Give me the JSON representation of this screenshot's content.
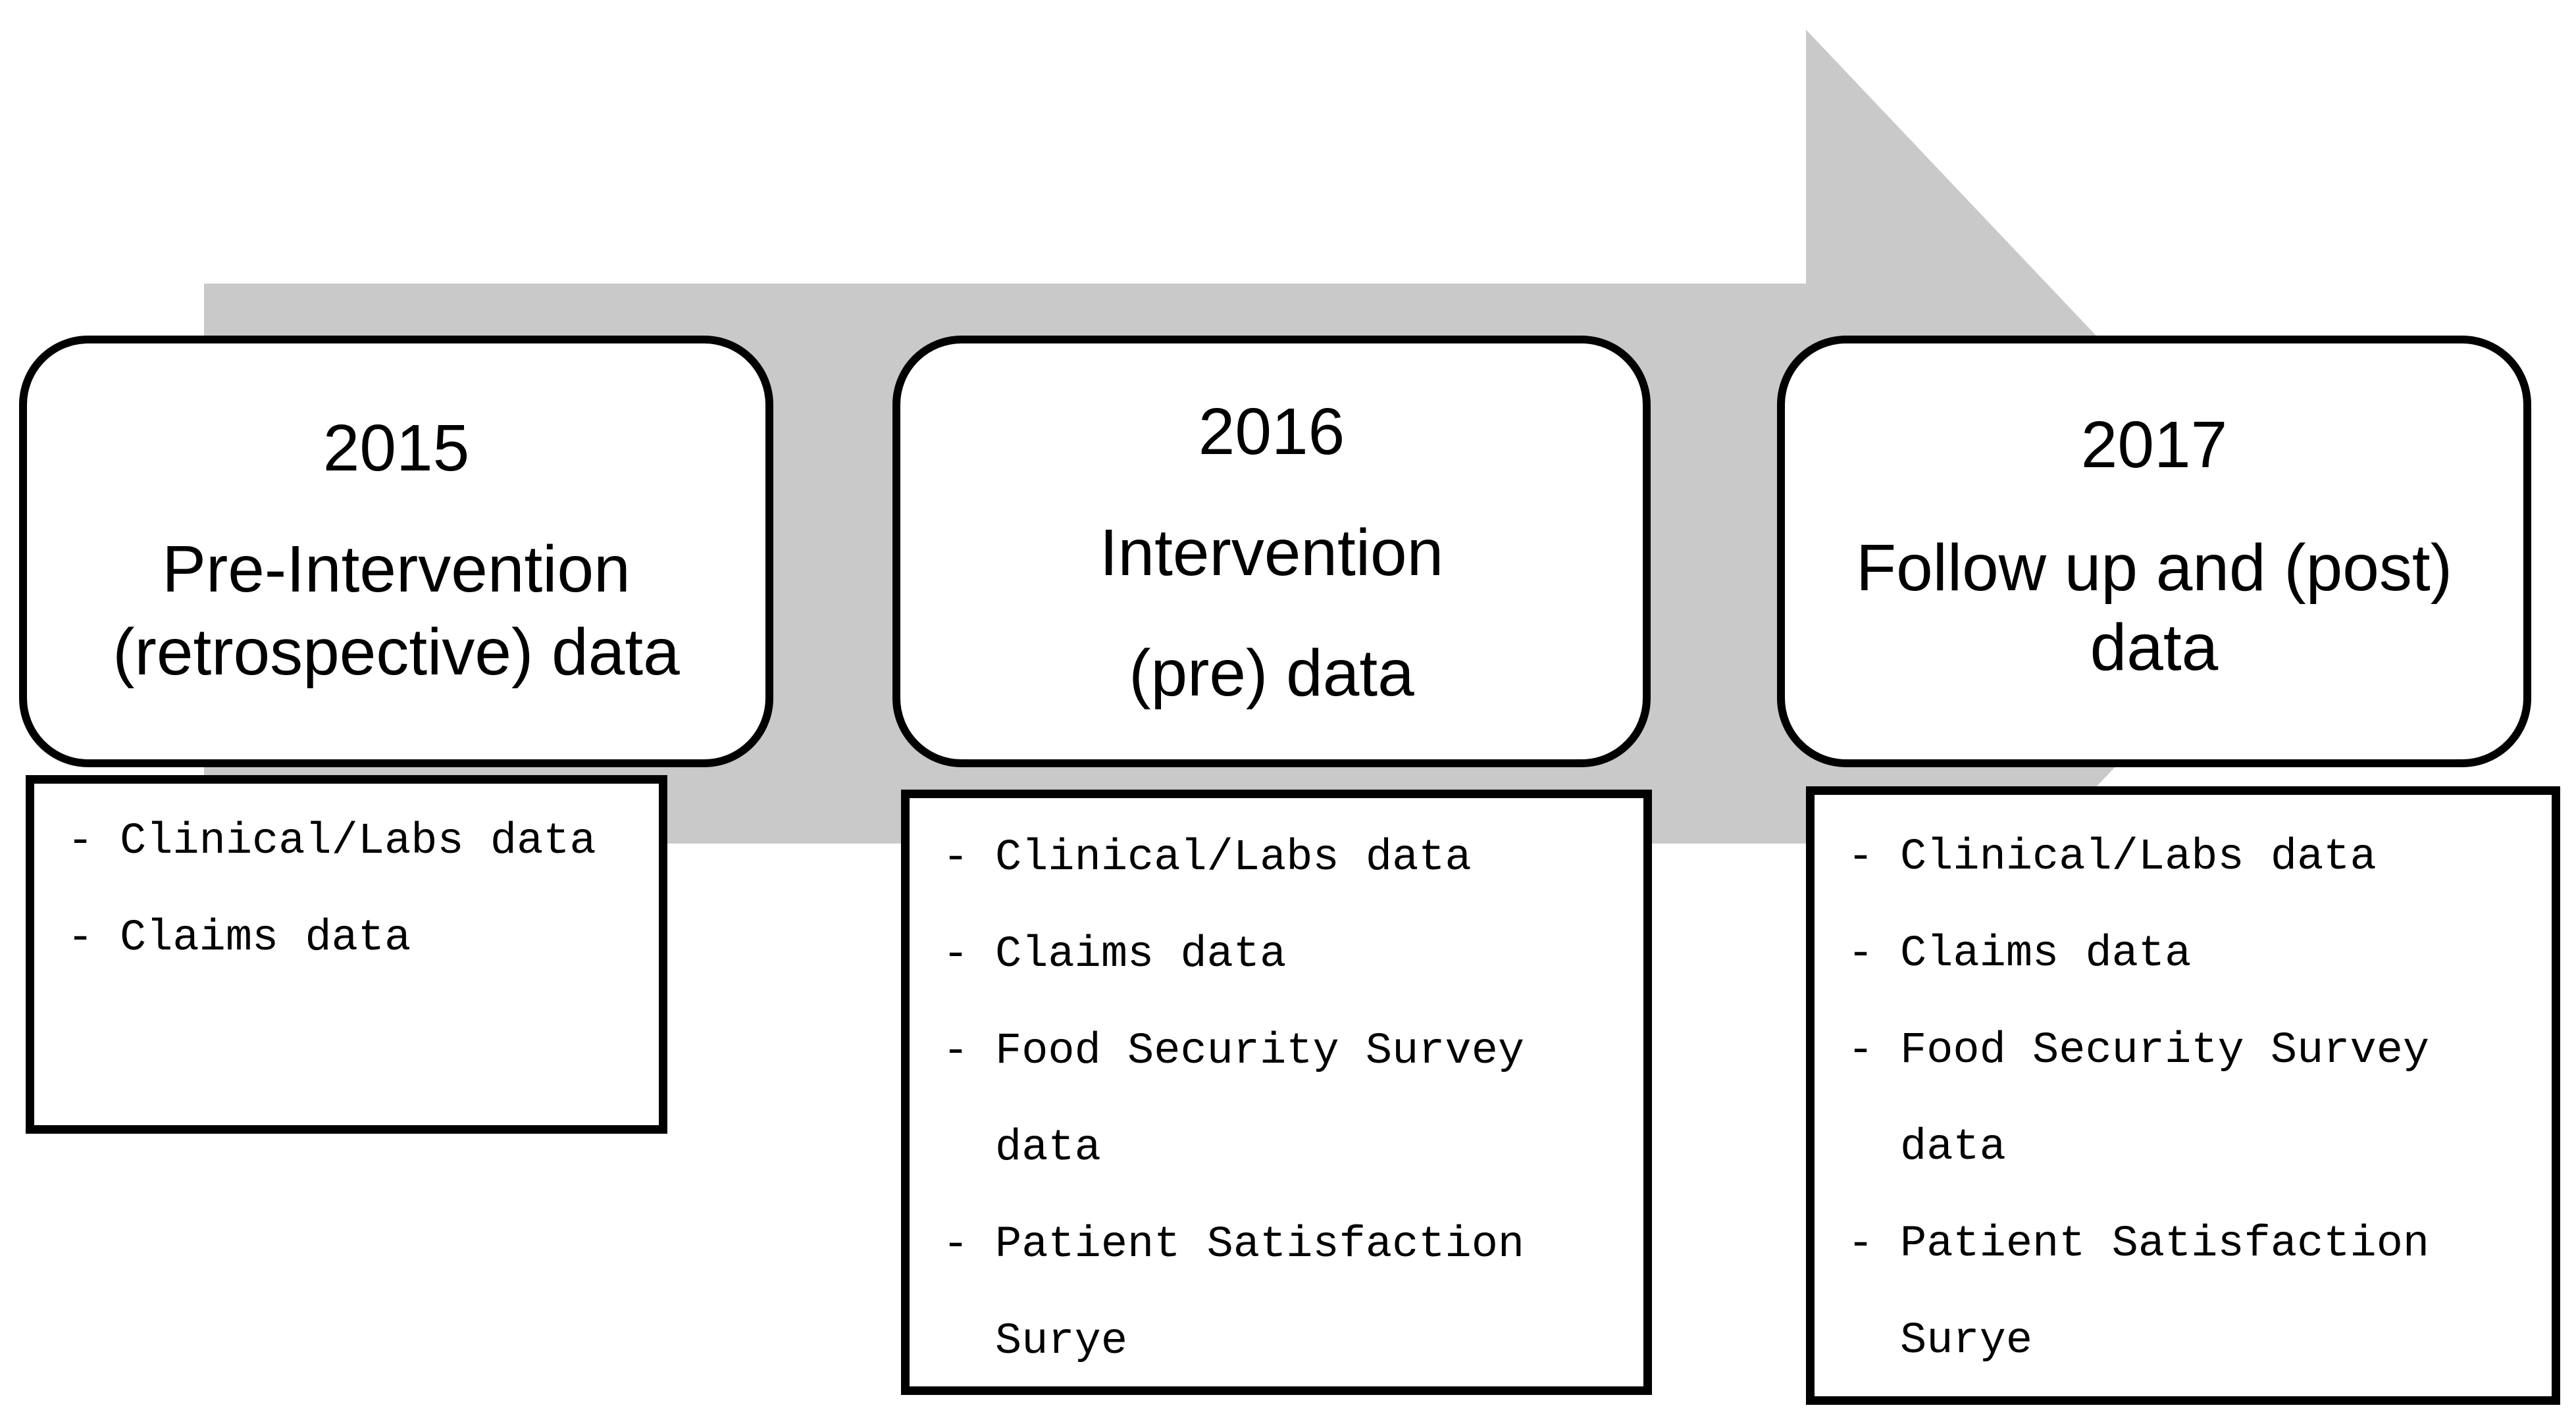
{
  "colors": {
    "arrow_gray": "#c9c9c9",
    "box_border": "#000000",
    "text": "#000000",
    "background": "#ffffff"
  },
  "arrow": {
    "direction": "right",
    "description": "timeline-block-arrow"
  },
  "columns": [
    {
      "heading": {
        "year": "2015",
        "lines": [
          "Pre-Intervention",
          "(retrospective) data"
        ]
      },
      "items": [
        {
          "bullet": "-",
          "text": "Clinical/Labs data"
        },
        {
          "bullet": "-",
          "text": "Claims data"
        }
      ]
    },
    {
      "heading": {
        "year": "2016",
        "lines": [
          "Intervention",
          "(pre) data"
        ]
      },
      "items": [
        {
          "bullet": "-",
          "text": "Clinical/Labs data"
        },
        {
          "bullet": "-",
          "text": "Claims data"
        },
        {
          "bullet": "-",
          "text": "Food Security Survey"
        },
        {
          "bullet": "",
          "text": "data"
        },
        {
          "bullet": "-",
          "text": "Patient Satisfaction"
        },
        {
          "bullet": "",
          "text": "Surye"
        }
      ]
    },
    {
      "heading": {
        "year": "2017",
        "lines": [
          "Follow up and (post)",
          "data"
        ]
      },
      "items": [
        {
          "bullet": "-",
          "text": "Clinical/Labs data"
        },
        {
          "bullet": "-",
          "text": "Claims data"
        },
        {
          "bullet": "-",
          "text": "Food Security Survey"
        },
        {
          "bullet": "",
          "text": "data"
        },
        {
          "bullet": "-",
          "text": "Patient Satisfaction"
        },
        {
          "bullet": "",
          "text": "Surye"
        }
      ]
    }
  ]
}
